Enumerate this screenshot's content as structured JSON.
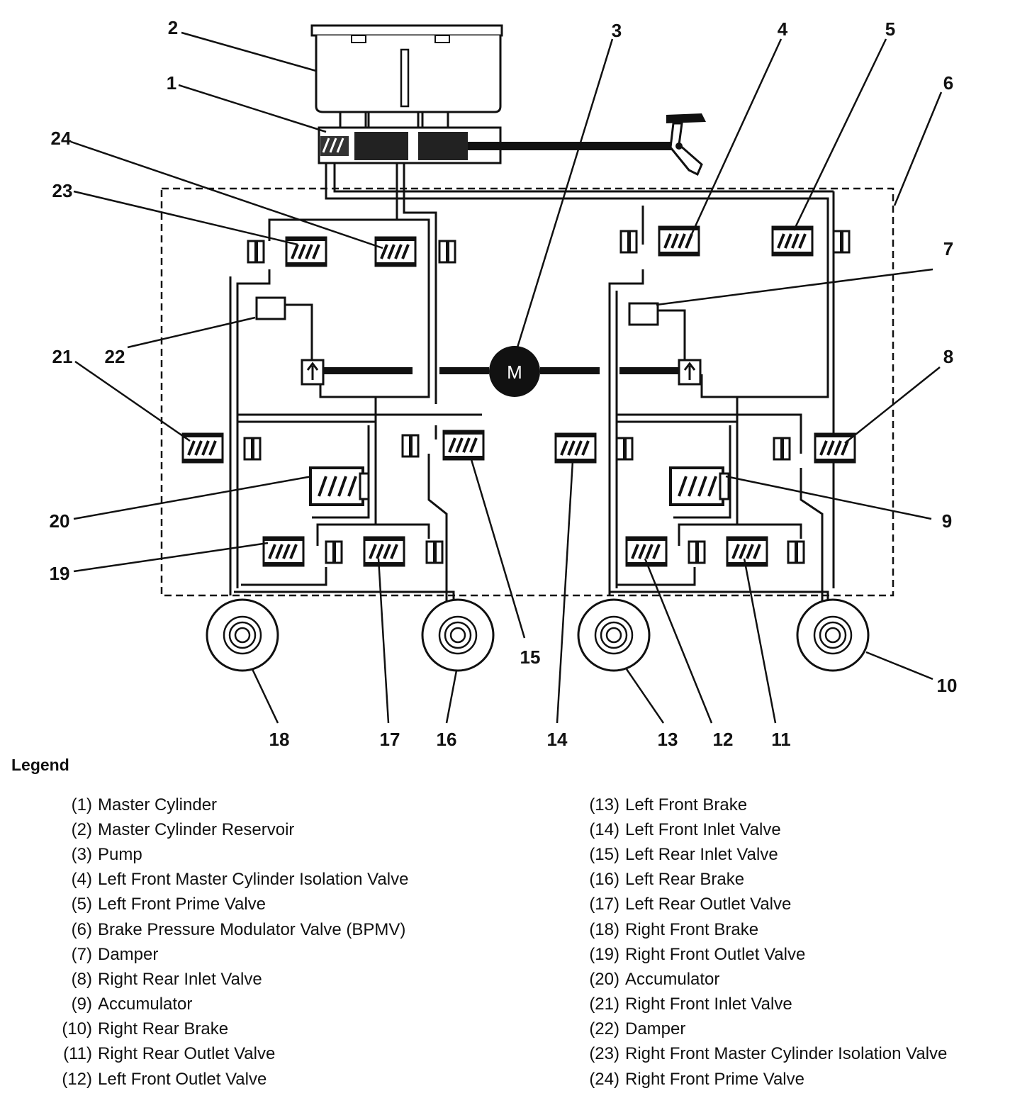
{
  "diagram": {
    "motor_label": "M",
    "callouts": [
      "1",
      "2",
      "3",
      "4",
      "5",
      "6",
      "7",
      "8",
      "9",
      "10",
      "11",
      "12",
      "13",
      "14",
      "15",
      "16",
      "17",
      "18",
      "19",
      "20",
      "21",
      "22",
      "23",
      "24"
    ]
  },
  "legend": {
    "title": "Legend",
    "left": [
      {
        "num": "(1)",
        "label": "Master Cylinder"
      },
      {
        "num": "(2)",
        "label": "Master Cylinder Reservoir"
      },
      {
        "num": "(3)",
        "label": "Pump"
      },
      {
        "num": "(4)",
        "label": "Left Front Master Cylinder Isolation Valve"
      },
      {
        "num": "(5)",
        "label": "Left Front Prime Valve"
      },
      {
        "num": "(6)",
        "label": "Brake Pressure Modulator Valve (BPMV)"
      },
      {
        "num": "(7)",
        "label": "Damper"
      },
      {
        "num": "(8)",
        "label": "Right Rear Inlet Valve"
      },
      {
        "num": "(9)",
        "label": "Accumulator"
      },
      {
        "num": "(10)",
        "label": "Right Rear Brake"
      },
      {
        "num": "(11)",
        "label": "Right Rear Outlet Valve"
      },
      {
        "num": "(12)",
        "label": "Left Front Outlet Valve"
      }
    ],
    "right": [
      {
        "num": "(13)",
        "label": "Left Front Brake"
      },
      {
        "num": "(14)",
        "label": "Left Front Inlet Valve"
      },
      {
        "num": "(15)",
        "label": "Left Rear Inlet Valve"
      },
      {
        "num": "(16)",
        "label": "Left Rear Brake"
      },
      {
        "num": "(17)",
        "label": "Left Rear Outlet Valve"
      },
      {
        "num": "(18)",
        "label": "Right Front Brake"
      },
      {
        "num": "(19)",
        "label": "Right Front Outlet Valve"
      },
      {
        "num": "(20)",
        "label": "Accumulator"
      },
      {
        "num": "(21)",
        "label": "Right Front Inlet Valve"
      },
      {
        "num": "(22)",
        "label": "Damper"
      },
      {
        "num": "(23)",
        "label": "Right Front Master Cylinder Isolation Valve"
      },
      {
        "num": "(24)",
        "label": "Right Front Prime Valve"
      }
    ]
  }
}
